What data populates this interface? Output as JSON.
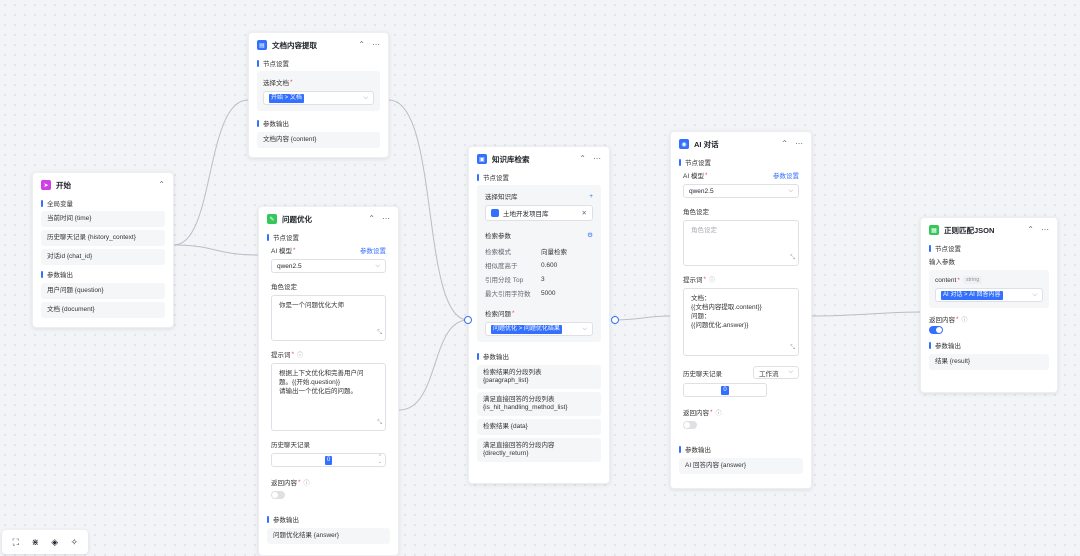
{
  "colors": {
    "accent": "#3370ff",
    "edge": "#b8bec9",
    "start": "#d03ee6",
    "green": "#34c759",
    "blue": "#3370ff"
  },
  "start_node": {
    "title": "开始",
    "global_vars_label": "全局变量",
    "global_vars": [
      "当前时间 {time}",
      "历史聊天记录 {history_context}",
      "对话id {chat_id}"
    ],
    "params_label": "参数输出",
    "params": [
      "用户问题 {question}",
      "文档 {document}"
    ]
  },
  "doc_extract_node": {
    "title": "文档内容提取",
    "node_settings_label": "节点设置",
    "select_doc_label": "选择文档",
    "select_doc_value": "开始 > 文档",
    "params_label": "参数输出",
    "output": "文档内容 {content}"
  },
  "question_opt_node": {
    "title": "问题优化",
    "node_settings_label": "节点设置",
    "ai_model_label": "AI 模型",
    "params_settings_link": "参数设置",
    "model_value": "qwen2.5",
    "role_label": "角色设定",
    "role_value": "你是一个问题优化大师",
    "prompt_label": "提示词",
    "prompt_lines": [
      "根据上下文优化和完善用户问",
      "题。{{开始.question}}",
      "请输出一个优化后的问题。"
    ],
    "history_label": "历史聊天记录",
    "history_value": "0",
    "return_label": "返回内容",
    "params_label": "参数输出",
    "output": "问题优化结果 {answer}"
  },
  "kb_node": {
    "title": "知识库检索",
    "node_settings_label": "节点设置",
    "select_kb_label": "选择知识库",
    "kb_item": "土地开发项目库",
    "search_params_label": "检索参数",
    "params": [
      {
        "k": "检索模式",
        "v": "向量检索"
      },
      {
        "k": "相似度高于",
        "v": "0.600"
      },
      {
        "k": "引用分段 Top",
        "v": "3"
      },
      {
        "k": "最大引用字符数",
        "v": "5000"
      }
    ],
    "search_question_label": "检索问题",
    "search_question_value": "问题优化 > 问题优化结果",
    "params_out_label": "参数输出",
    "outputs": [
      [
        "检索结果的分段列表",
        "{paragraph_list}"
      ],
      [
        "满足直接回答的分段列表",
        "{is_hit_handling_method_list}"
      ],
      [
        "检索结果 {data}"
      ],
      [
        "满足直接回答的分段内容",
        "{directly_return}"
      ]
    ]
  },
  "ai_chat_node": {
    "title": "AI 对话",
    "node_settings_label": "节点设置",
    "ai_model_label": "AI 模型",
    "params_settings_link": "参数设置",
    "model_value": "qwen2.5",
    "role_label": "角色设定",
    "role_placeholder": "角色设定",
    "prompt_label": "提示词",
    "prompt_lines": [
      "文档：",
      "{{文档内容提取.content}}",
      "问题：",
      "{{问题优化.answer}}"
    ],
    "history_label": "历史聊天记录",
    "history_mode": "工作流",
    "history_value": "0",
    "return_label": "返回内容",
    "params_label": "参数输出",
    "output": "AI 回答内容 {answer}"
  },
  "regex_node": {
    "title": "正则匹配JSON",
    "node_settings_label": "节点设置",
    "input_params_label": "输入参数",
    "content_label": "content",
    "content_type": "string",
    "content_value": "AI 对话 > AI 回答内容",
    "return_label": "返回内容",
    "params_label": "参数输出",
    "output": "结果 {result}"
  },
  "toolbar": {
    "icons": [
      "screenshot-icon",
      "layout-icon",
      "fit-view-icon",
      "magic-icon"
    ],
    "glyphs": [
      "⛶",
      "⋇",
      "◈",
      "✧"
    ]
  }
}
